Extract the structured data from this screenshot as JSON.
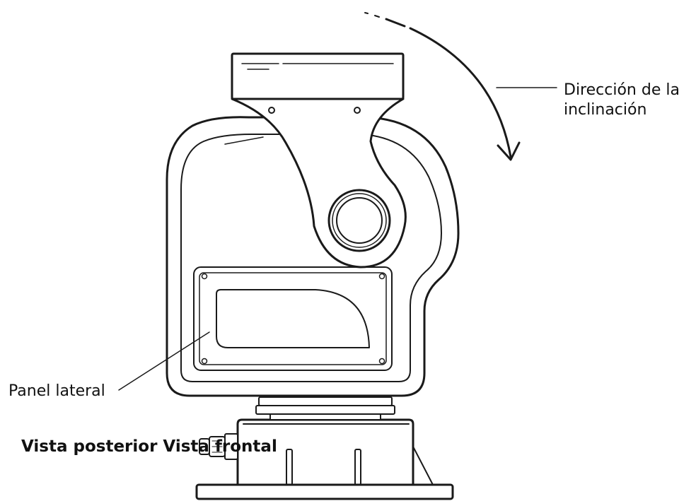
{
  "labels": {
    "tilt_direction_line1": "Dirección de la",
    "tilt_direction_line2": "inclinación",
    "side_panel": "Panel lateral",
    "views_caption": "Vista posterior Vista frontal"
  },
  "colors": {
    "line": "#1a1a1a",
    "background": "#ffffff"
  }
}
